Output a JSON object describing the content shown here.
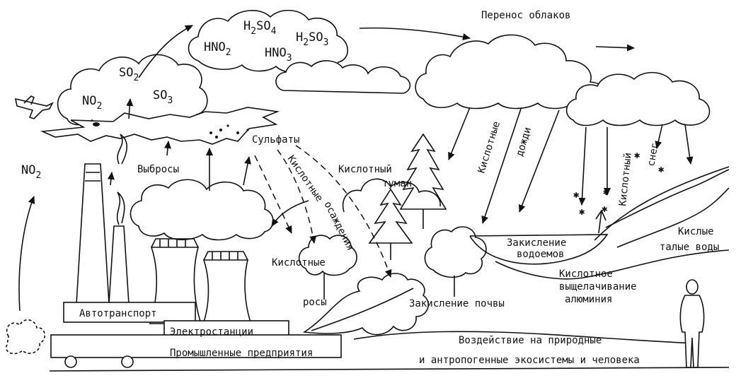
{
  "diagram": {
    "labels": {
      "cloud_transfer": "Перенос облаков",
      "sulfates": "Сульфаты",
      "emissions": "Выбросы",
      "acid_fog_1": "Кислотный",
      "acid_fog_2": "туман",
      "acid_rain_1": "Кислотные",
      "acid_rain_2": "дожди",
      "acid_snow_1": "Кислотный",
      "acid_snow_2": "снег",
      "acid_precip_1": "Кислотные",
      "acid_precip_2": "осаждения",
      "acid_dew_1": "Кислотные",
      "acid_dew_2": "росы",
      "water_acid_1": "Закисление",
      "water_acid_2": "водоемов",
      "acid_melt_1": "Кислые",
      "acid_melt_2": "талые воды",
      "leaching_1": "Кислотное",
      "leaching_2": "выщелачивание",
      "leaching_3": "алюминия",
      "soil_acid": "Закисление почвы",
      "impact_1": "Воздействие на природные",
      "impact_2": "и антропогенные экосистемы и человека",
      "transport": "Автотранспорт",
      "power": "Электростанции",
      "industry": "Промышленные предприятия"
    },
    "chemicals": {
      "no2_left": "NO",
      "no2_left_sub": "2",
      "no2_cloud": "NO",
      "no2_cloud_sub": "2",
      "so2": "SO",
      "so2_sub": "2",
      "so3": "SO",
      "so3_sub": "3",
      "hno2": "HNO",
      "hno2_sub": "2",
      "h2so4_a": "H",
      "h2so4_sub1": "2",
      "h2so4_b": "SO",
      "h2so4_sub2": "4",
      "h2so3_a": "H",
      "h2so3_sub1": "2",
      "h2so3_b": "SO",
      "h2so3_sub2": "3",
      "hno3": "HNO",
      "hno3_sub": "3"
    }
  }
}
